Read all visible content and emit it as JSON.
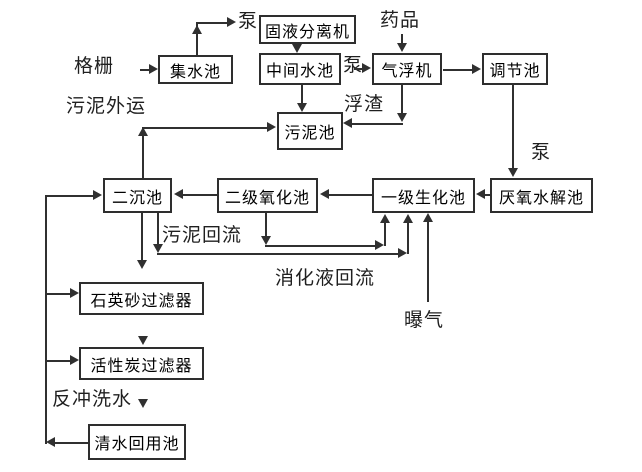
{
  "diagram": {
    "colors": {
      "background": "#ffffff",
      "line": "#303030",
      "box_border": "#2e2e2e",
      "text": "#000000"
    },
    "nodes": [
      {
        "id": "collecting-tank",
        "label": "集水池"
      },
      {
        "id": "solid-liquid-separator",
        "label": "固液分离机"
      },
      {
        "id": "intermediate-tank",
        "label": "中间水池"
      },
      {
        "id": "air-flotation",
        "label": "气浮机"
      },
      {
        "id": "regulating-tank",
        "label": "调节池"
      },
      {
        "id": "sludge-tank",
        "label": "污泥池"
      },
      {
        "id": "secondary-sedimentation-tank",
        "label": "二沉池"
      },
      {
        "id": "secondary-oxidation-tank",
        "label": "二级氧化池"
      },
      {
        "id": "primary-biochemical-tank",
        "label": "一级生化池"
      },
      {
        "id": "anaerobic-hydrolysis-tank",
        "label": "厌氧水解池"
      },
      {
        "id": "quartz-sand-filter",
        "label": "石英砂过滤器"
      },
      {
        "id": "activated-carbon-filter",
        "label": "活性炭过滤器"
      },
      {
        "id": "clean-water-reuse-tank",
        "label": "清水回用池"
      }
    ],
    "labels": [
      {
        "id": "bar-screen",
        "text": "格栅"
      },
      {
        "id": "pump-top",
        "text": "泵"
      },
      {
        "id": "chemicals",
        "text": "药品"
      },
      {
        "id": "pump-mid",
        "text": "泵"
      },
      {
        "id": "scum",
        "text": "浮渣"
      },
      {
        "id": "sludge-outbound",
        "text": "污泥外运"
      },
      {
        "id": "pump-right",
        "text": "泵"
      },
      {
        "id": "sludge-return",
        "text": "污泥回流"
      },
      {
        "id": "digestate-return",
        "text": "消化液回流"
      },
      {
        "id": "aeration",
        "text": "曝气"
      },
      {
        "id": "backwash-water",
        "text": "反冲洗水"
      }
    ],
    "edges": [
      {
        "from": "格栅",
        "to": "集水池"
      },
      {
        "from": "集水池",
        "to": "固液分离机",
        "via": "泵"
      },
      {
        "from": "固液分离机",
        "to": "中间水池"
      },
      {
        "from": "中间水池",
        "to": "气浮机",
        "via": "泵"
      },
      {
        "from": "药品",
        "to": "气浮机"
      },
      {
        "from": "气浮机",
        "to": "调节池"
      },
      {
        "from": "气浮机",
        "to": "污泥池",
        "via": "浮渣"
      },
      {
        "from": "中间水池",
        "to": "污泥池"
      },
      {
        "from": "调节池",
        "to": "厌氧水解池",
        "via": "泵"
      },
      {
        "from": "厌氧水解池",
        "to": "一级生化池"
      },
      {
        "from": "一级生化池",
        "to": "二级氧化池"
      },
      {
        "from": "二级氧化池",
        "to": "二沉池"
      },
      {
        "from": "二沉池",
        "to": "污泥池",
        "via": "污泥外运"
      },
      {
        "from": "二沉池",
        "to": "一级生化池",
        "via": "污泥回流"
      },
      {
        "from": "二级氧化池",
        "to": "一级生化池",
        "via": "消化液回流"
      },
      {
        "from": "曝气",
        "to": "一级生化池"
      },
      {
        "from": "二沉池",
        "to": "石英砂过滤器"
      },
      {
        "from": "石英砂过滤器",
        "to": "活性炭过滤器"
      },
      {
        "from": "活性炭过滤器",
        "to": "清水回用池"
      },
      {
        "from": "清水回用池",
        "to": "二沉池",
        "via": "反冲洗水"
      },
      {
        "from": "反冲洗水",
        "to": "石英砂过滤器"
      },
      {
        "from": "反冲洗水",
        "to": "活性炭过滤器"
      }
    ]
  }
}
